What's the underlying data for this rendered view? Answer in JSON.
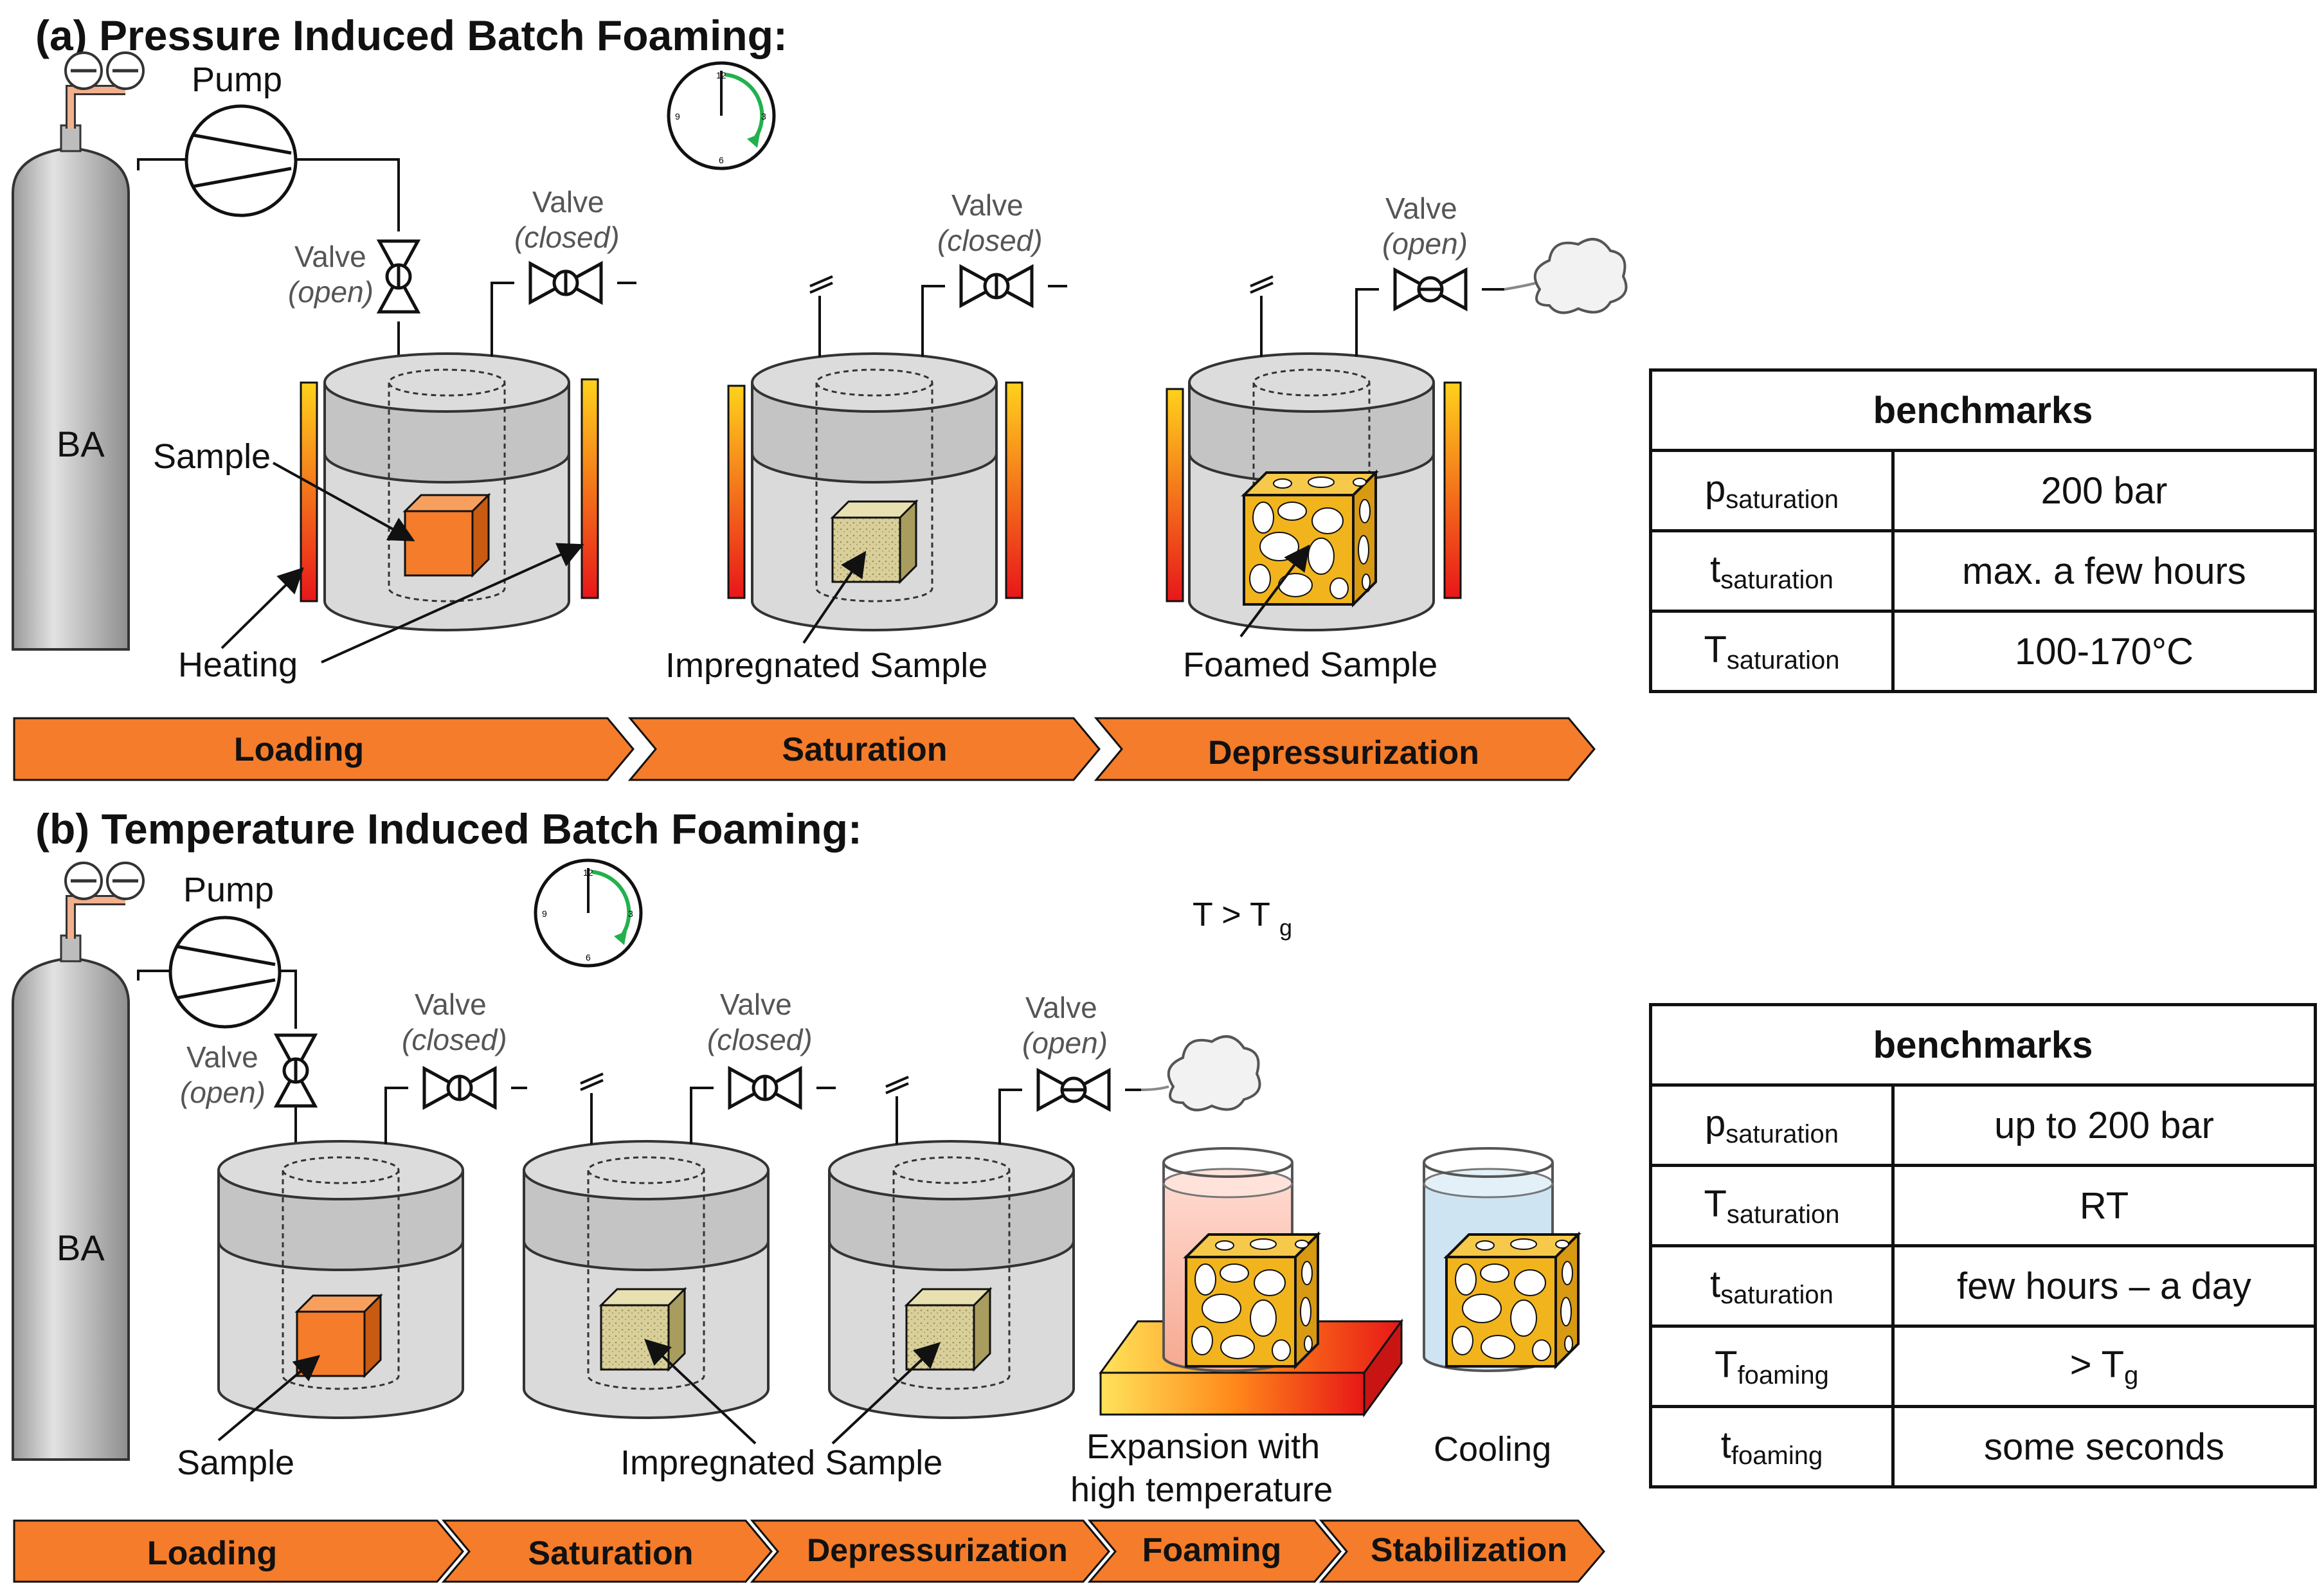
{
  "panel_a": {
    "title": "(a) Pressure Induced Batch Foaming:",
    "gas_cylinder": "BA",
    "pump": "Pump",
    "valve_label": "Valve",
    "valve_open": "(open)",
    "valve_closed": "(closed)",
    "label_sample": "Sample",
    "label_heating": "Heating",
    "label_impregnated": "Impregnated Sample",
    "label_foamed": "Foamed Sample",
    "stages": [
      "Loading",
      "Saturation",
      "Depressurization"
    ],
    "benchmarks": {
      "header": "benchmarks",
      "rows": [
        {
          "sym": "p",
          "sub": "saturation",
          "value": "200 bar"
        },
        {
          "sym": "t",
          "sub": "saturation",
          "value": "max. a few hours"
        },
        {
          "sym": "T",
          "sub": "saturation",
          "value": "100-170°C"
        }
      ]
    }
  },
  "panel_b": {
    "title": "(b) Temperature Induced Batch Foaming:",
    "gas_cylinder": "BA",
    "pump": "Pump",
    "valve_label": "Valve",
    "valve_open": "(open)",
    "valve_closed": "(closed)",
    "label_sample": "Sample",
    "label_impregnated": "Impregnated Sample",
    "label_expansion_1": "Expansion with",
    "label_expansion_2": "high temperature",
    "label_cooling": "Cooling",
    "condition": "T > T",
    "condition_sub": "g",
    "stages": [
      "Loading",
      "Saturation",
      "Depressurization",
      "Foaming",
      "Stabilization"
    ],
    "benchmarks": {
      "header": "benchmarks",
      "rows": [
        {
          "sym": "p",
          "sub": "saturation",
          "value": "up to 200 bar"
        },
        {
          "sym": "T",
          "sub": "saturation",
          "value": "RT"
        },
        {
          "sym": "t",
          "sub": "saturation",
          "value": "few hours – a day"
        },
        {
          "sym": "T",
          "sub": "foaming",
          "value": "> T",
          "value_sub": "g"
        },
        {
          "sym": "t",
          "sub": "foaming",
          "value": "some seconds"
        }
      ]
    }
  },
  "clock_numbers": [
    "12",
    "3",
    "6",
    "9"
  ],
  "colors": {
    "arrow_fill": "#f47c2a",
    "sample_orange": "#f47c2a",
    "impregnated": "#d8cf9a",
    "foam": "#f2b41c",
    "vessel": "#d9d9d9",
    "vessel_lid": "#c4c4c4",
    "clock_hand": "#22b14c"
  }
}
